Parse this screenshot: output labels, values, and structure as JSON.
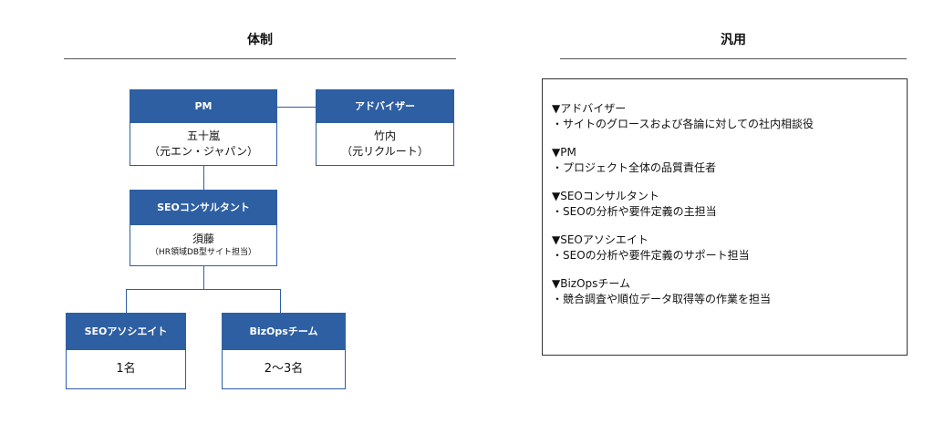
{
  "left_section": {
    "heading": "体制"
  },
  "right_section": {
    "heading": "汎用"
  },
  "org": {
    "pm": {
      "title": "PM",
      "name": "五十嵐",
      "note": "（元エン・ジャパン）"
    },
    "advisor": {
      "title": "アドバイザー",
      "name": "竹内",
      "note": "（元リクルート）"
    },
    "seo_consultant": {
      "title": "SEOコンサルタント",
      "name": "須藤",
      "note": "（HR領域DB型サイト担当）"
    },
    "seo_associate": {
      "title": "SEOアソシエイト",
      "count": "1名"
    },
    "bizops": {
      "title": "BizOpsチーム",
      "count": "2〜3名"
    }
  },
  "roles": [
    {
      "title": "▼アドバイザー",
      "desc": "・サイトのグロースおよび各論に対しての社内相談役"
    },
    {
      "title": "▼PM",
      "desc": "・プロジェクト全体の品質責任者"
    },
    {
      "title": "▼SEOコンサルタント",
      "desc": "・SEOの分析や要件定義の主担当"
    },
    {
      "title": "▼SEOアソシエイト",
      "desc": "・SEOの分析や要件定義のサポート担当"
    },
    {
      "title": "▼BizOpsチーム",
      "desc": "・競合調査や順位データ取得等の作業を担当"
    }
  ]
}
